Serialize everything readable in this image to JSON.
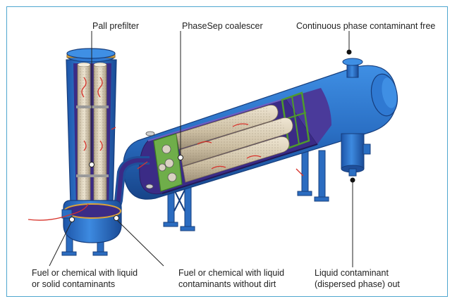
{
  "diagram": {
    "labels": {
      "prefilter": "Pall prefilter",
      "coalescer": "PhaseSep coalescer",
      "continuous_out": "Continuous phase contaminant free",
      "inlet_line1": "Fuel or chemical with liquid",
      "inlet_line2": "or solid contaminants",
      "transfer_line1": "Fuel or chemical with liquid",
      "transfer_line2": "contaminants without dirt",
      "dispersed_line1": "Liquid contaminant",
      "dispersed_line2": "(dispersed phase) out"
    },
    "colors": {
      "frame": "#4fa6cf",
      "vessel_blue": "#2a6fc4",
      "vessel_dark": "#1f4f9a",
      "interior_purple": "#3b2b86",
      "cartridge": "#d9cdb5",
      "flow_red": "#d8342c",
      "plate_green": "#5aa33a",
      "flange_orange": "#d9a23a"
    }
  }
}
